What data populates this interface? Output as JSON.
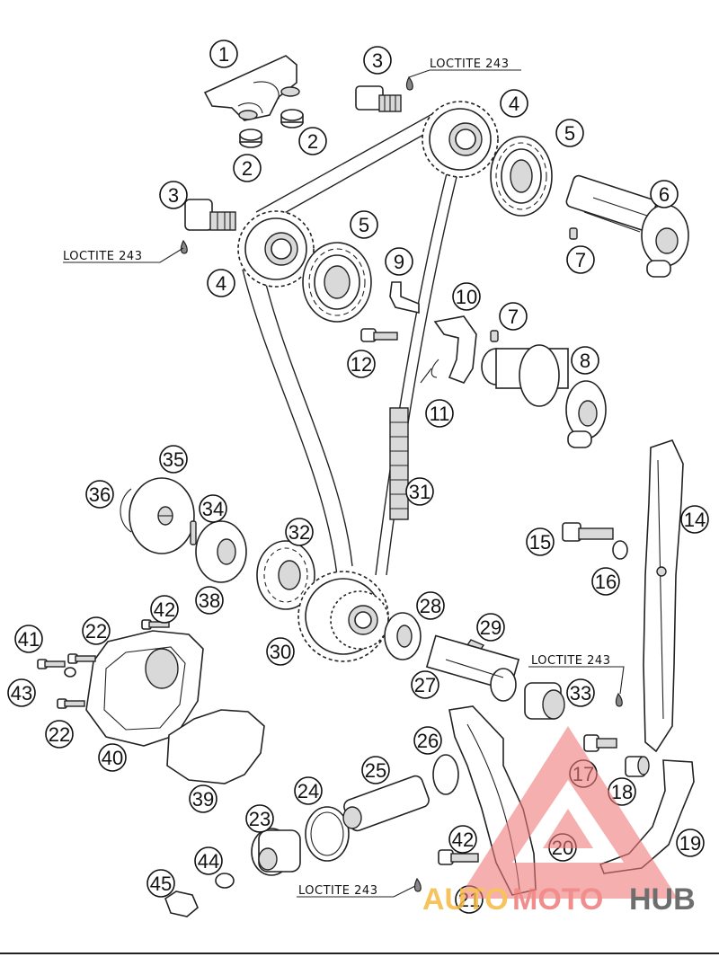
{
  "diagram": {
    "callouts": [
      {
        "id": "c1a",
        "label": "1"
      },
      {
        "id": "c2a",
        "label": "2"
      },
      {
        "id": "c2b",
        "label": "2"
      },
      {
        "id": "c3a",
        "label": "3"
      },
      {
        "id": "c3b",
        "label": "3"
      },
      {
        "id": "c4a",
        "label": "4"
      },
      {
        "id": "c4b",
        "label": "4"
      },
      {
        "id": "c5a",
        "label": "5"
      },
      {
        "id": "c5b",
        "label": "5"
      },
      {
        "id": "c6",
        "label": "6"
      },
      {
        "id": "c7a",
        "label": "7"
      },
      {
        "id": "c7b",
        "label": "7"
      },
      {
        "id": "c8",
        "label": "8"
      },
      {
        "id": "c9",
        "label": "9"
      },
      {
        "id": "c10",
        "label": "10"
      },
      {
        "id": "c11",
        "label": "11"
      },
      {
        "id": "c12",
        "label": "12"
      },
      {
        "id": "c14",
        "label": "14"
      },
      {
        "id": "c15",
        "label": "15"
      },
      {
        "id": "c16",
        "label": "16"
      },
      {
        "id": "c17",
        "label": "17"
      },
      {
        "id": "c18",
        "label": "18"
      },
      {
        "id": "c19",
        "label": "19"
      },
      {
        "id": "c20",
        "label": "20"
      },
      {
        "id": "c21",
        "label": "21"
      },
      {
        "id": "c22a",
        "label": "22"
      },
      {
        "id": "c22b",
        "label": "22"
      },
      {
        "id": "c23",
        "label": "23"
      },
      {
        "id": "c24",
        "label": "24"
      },
      {
        "id": "c25",
        "label": "25"
      },
      {
        "id": "c26",
        "label": "26"
      },
      {
        "id": "c27",
        "label": "27"
      },
      {
        "id": "c28",
        "label": "28"
      },
      {
        "id": "c29",
        "label": "29"
      },
      {
        "id": "c30",
        "label": "30"
      },
      {
        "id": "c31",
        "label": "31"
      },
      {
        "id": "c32",
        "label": "32"
      },
      {
        "id": "c33",
        "label": "33"
      },
      {
        "id": "c34",
        "label": "34"
      },
      {
        "id": "c35",
        "label": "35"
      },
      {
        "id": "c36",
        "label": "36"
      },
      {
        "id": "c38",
        "label": "38"
      },
      {
        "id": "c39",
        "label": "39"
      },
      {
        "id": "c40",
        "label": "40"
      },
      {
        "id": "c41",
        "label": "41"
      },
      {
        "id": "c42a",
        "label": "42"
      },
      {
        "id": "c42b",
        "label": "42"
      },
      {
        "id": "c43",
        "label": "43"
      },
      {
        "id": "c44",
        "label": "44"
      },
      {
        "id": "c45",
        "label": "45"
      }
    ],
    "loctite_notes": [
      {
        "id": "l1",
        "text": "LOCTITE 243"
      },
      {
        "id": "l2",
        "text": "LOCTITE 243"
      },
      {
        "id": "l3",
        "text": "LOCTITE 243"
      },
      {
        "id": "l4",
        "text": "LOCTITE 243"
      }
    ]
  },
  "watermark": {
    "text_part1": "AUTO",
    "text_part2": "MOTO",
    "text_part3": "HUB",
    "color_main": "#f07a7a",
    "color_accent": "#f5b942",
    "color_dark": "#555555"
  }
}
